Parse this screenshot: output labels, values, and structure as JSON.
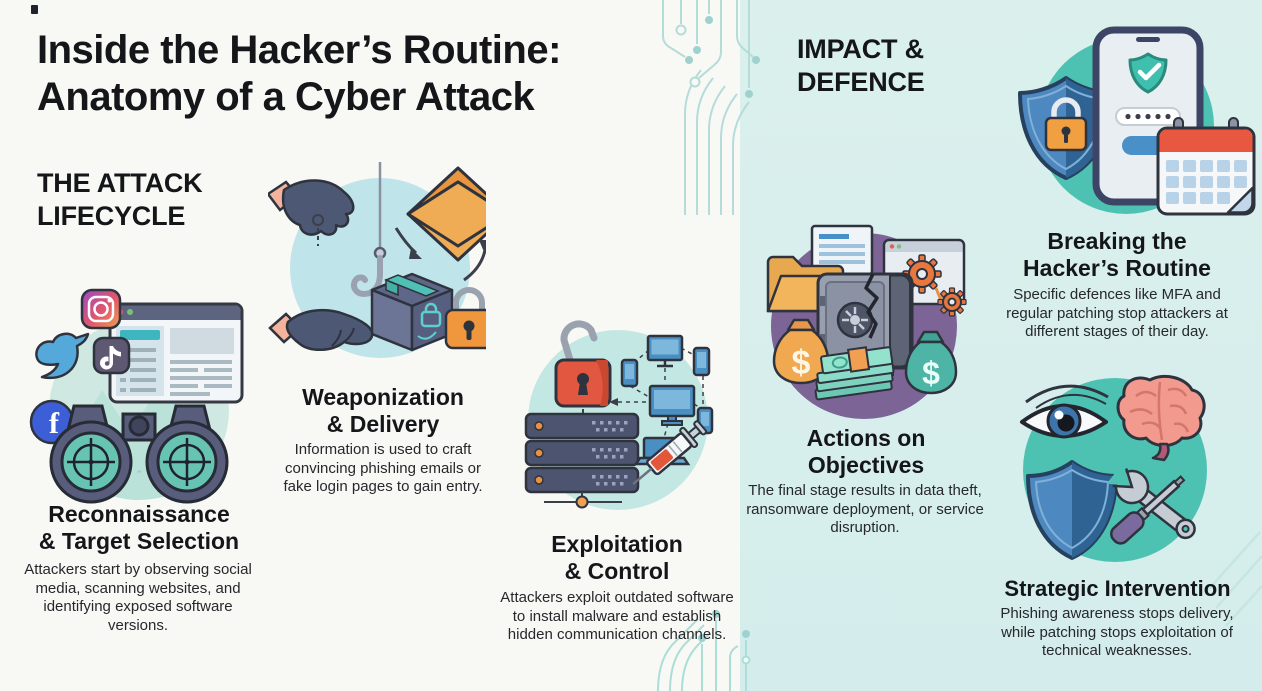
{
  "infographic": {
    "title_line1": "Inside the Hacker’s Routine:",
    "title_line2": "Anatomy of a Cyber Attack",
    "left_header_line1": "THE ATTACK",
    "left_header_line2": "LIFECYCLE",
    "right_header_line1": "IMPACT &",
    "right_header_line2": "DEFENCE"
  },
  "stages": [
    {
      "heading_line1": "Reconnaissance",
      "heading_line2": "& Target Selection",
      "body": "Attackers start by observing social media, scanning websites, and identifying exposed software versions.",
      "icons": [
        "twitter-bird-icon",
        "instagram-icon",
        "tiktok-icon",
        "facebook-icon",
        "browser-window-icon",
        "binoculars-icon"
      ]
    },
    {
      "heading_line1": "Weaponization",
      "heading_line2": "& Delivery",
      "body": "Information is used to craft convincing phishing emails or fake login pages to gain entry.",
      "icons": [
        "gloved-hand-icon",
        "malware-package-icon",
        "phishing-hook-icon",
        "envelope-icon",
        "small-envelope-icon",
        "padlock-icon"
      ]
    },
    {
      "heading_line1": "Exploitation",
      "heading_line2": "& Control",
      "body": "Attackers exploit outdated software to install malware and establish hidden communication channels.",
      "icons": [
        "open-padlock-icon",
        "server-stack-icon",
        "network-devices-icon",
        "syringe-icon"
      ]
    },
    {
      "heading_line1": "Actions on",
      "heading_line2": "Objectives",
      "body": "The final stage results in data theft, ransomware deployment, or service disruption.",
      "icons": [
        "folder-documents-icon",
        "cracked-vault-icon",
        "money-bag-icon",
        "cash-stack-icon",
        "gears-window-icon"
      ]
    }
  ],
  "defences": [
    {
      "heading_line1": "Breaking the",
      "heading_line2": "Hacker’s Routine",
      "body": "Specific defences like MFA and regular patching stop attackers at different stages of their day.",
      "icons": [
        "shield-lock-icon",
        "mfa-phone-icon",
        "check-shield-icon",
        "calendar-icon"
      ]
    },
    {
      "heading_line1": "Strategic Intervention",
      "body": "Phishing awareness stops delivery, while patching stops exploitation of technical weaknesses.",
      "icons": [
        "eye-icon",
        "brain-icon",
        "shield-icon",
        "wrench-screwdriver-icon"
      ]
    }
  ],
  "glyphs": {
    "facebook_f": "f",
    "dollar": "$"
  },
  "colors": {
    "left_bg": "#f8f8f5",
    "right_bg": "#d9efec",
    "stage1_circle": "#cfe9e2",
    "stage2_circle": "#bfe5ea",
    "stage3_circle": "#c3e8e3",
    "objectives_circle": "#7c6496",
    "defence_circle": "#4ec2b2",
    "orange": "#f0a851",
    "alert_red": "#e2573e",
    "slate": "#525a74",
    "teal": "#4fc0b2",
    "blue": "#4a8fc4",
    "heading_text": "#151619"
  }
}
